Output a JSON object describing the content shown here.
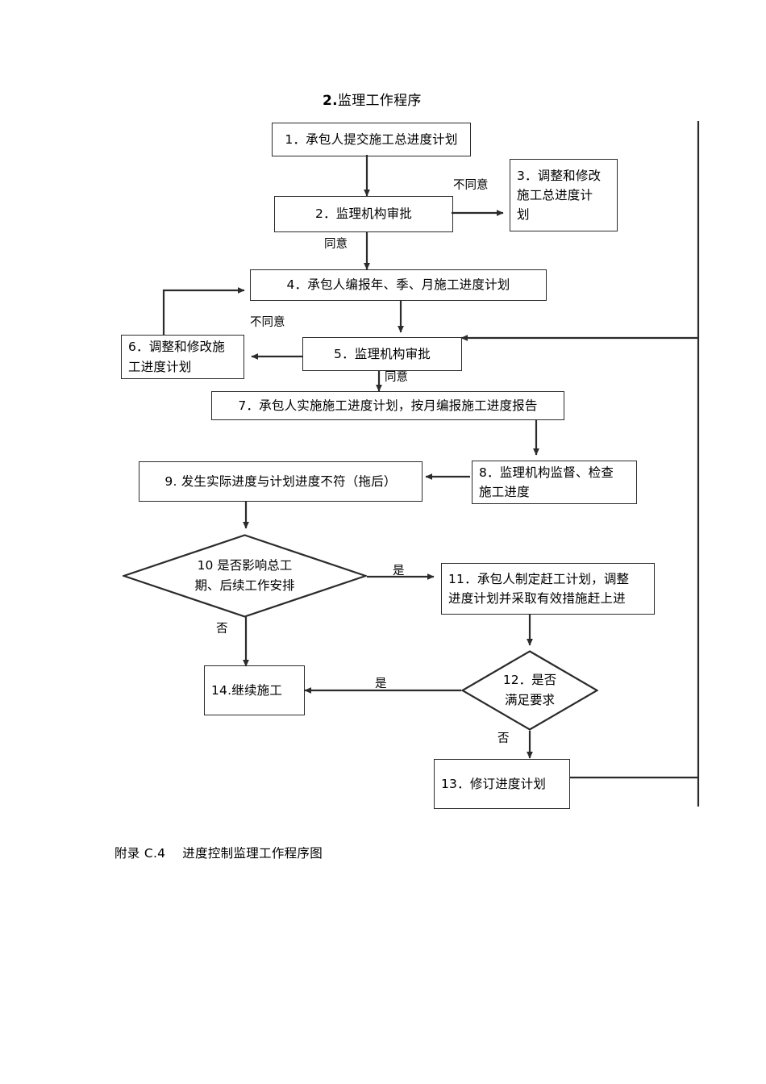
{
  "title": {
    "prefix": "2.",
    "text": "监理工作程序"
  },
  "caption": {
    "text": "附录 C.4    进度控制监理工作程序图"
  },
  "colors": {
    "line": "#2b2b2b",
    "text": "#000000",
    "background": "#ffffff"
  },
  "nodes": {
    "n1": {
      "id": "1",
      "label": "1．承包人提交施工总进度计划",
      "shape": "box"
    },
    "n2": {
      "id": "2",
      "label": "2．监理机构审批",
      "shape": "box"
    },
    "n3": {
      "id": "3",
      "label": "3．调整和修改\n施工总进度计\n划",
      "shape": "box"
    },
    "n4": {
      "id": "4",
      "label": "4．承包人编报年、季、月施工进度计划",
      "shape": "box"
    },
    "n5": {
      "id": "5",
      "label": "5．监理机构审批",
      "shape": "box"
    },
    "n6": {
      "id": "6",
      "label": "6．调整和修改施\n工进度计划",
      "shape": "box"
    },
    "n7": {
      "id": "7",
      "label": "7．承包人实施施工进度计划，按月编报施工进度报告",
      "shape": "box"
    },
    "n8": {
      "id": "8",
      "label": "8．监理机构监督、检查\n施工进度",
      "shape": "box"
    },
    "n9": {
      "id": "9",
      "label": "9. 发生实际进度与计划进度不符（拖后）",
      "shape": "box"
    },
    "n10": {
      "id": "10",
      "label": "10 是否影响总工\n期、后续工作安排",
      "shape": "diamond"
    },
    "n11": {
      "id": "11",
      "label": "11．承包人制定赶工计划，调整\n进度计划并采取有效措施赶上进",
      "shape": "box"
    },
    "n12": {
      "id": "12",
      "label": "12．是否\n满足要求",
      "shape": "diamond"
    },
    "n13": {
      "id": "13",
      "label": "13．修订进度计划",
      "shape": "box"
    },
    "n14": {
      "id": "14",
      "label": "14.继续施工",
      "shape": "box"
    }
  },
  "edge_labels": {
    "e_n2_no": "不同意",
    "e_n2_yes": "同意",
    "e_n5_no": "不同意",
    "e_n5_yes": "同意",
    "e_n10_yes": "是",
    "e_n10_no": "否",
    "e_n12_yes": "是",
    "e_n12_no": "否"
  }
}
